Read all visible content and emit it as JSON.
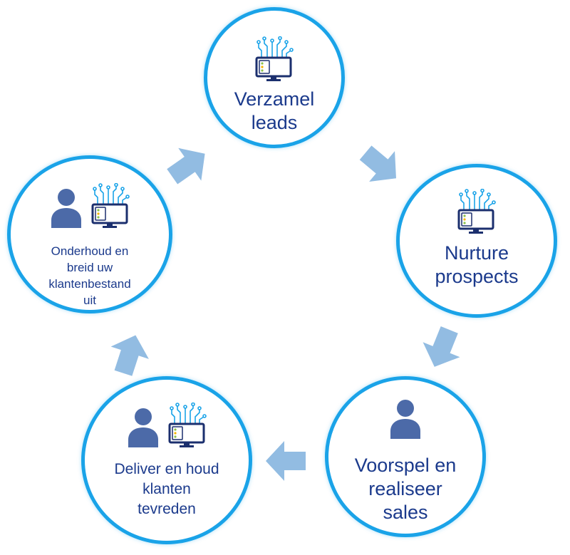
{
  "colors": {
    "ring": "#1aa3e8",
    "text": "#1b3a8c",
    "arrow": "#92bce2",
    "person": "#4c6aa8",
    "monitor": "#1b2f6e",
    "circuit": "#1aa3e8"
  },
  "nodes": [
    {
      "id": "verzamel-leads",
      "label": "Verzamel\nleads",
      "icons": [
        "monitor-circuit-icon"
      ]
    },
    {
      "id": "nurture-prospects",
      "label": "Nurture\nprospects",
      "icons": [
        "monitor-circuit-icon"
      ]
    },
    {
      "id": "voorspel-sales",
      "label": "Voorspel en\nrealiseer\nsales",
      "icons": [
        "person-icon"
      ]
    },
    {
      "id": "deliver-tevreden",
      "label": "Deliver en houd\nklanten\ntevreden",
      "icons": [
        "person-icon",
        "monitor-circuit-icon"
      ]
    },
    {
      "id": "onderhoud-klantenbestand",
      "label": "Onderhoud en\nbreid uw\nklantenbestand\nuit",
      "icons": [
        "person-icon",
        "monitor-circuit-icon"
      ]
    }
  ]
}
